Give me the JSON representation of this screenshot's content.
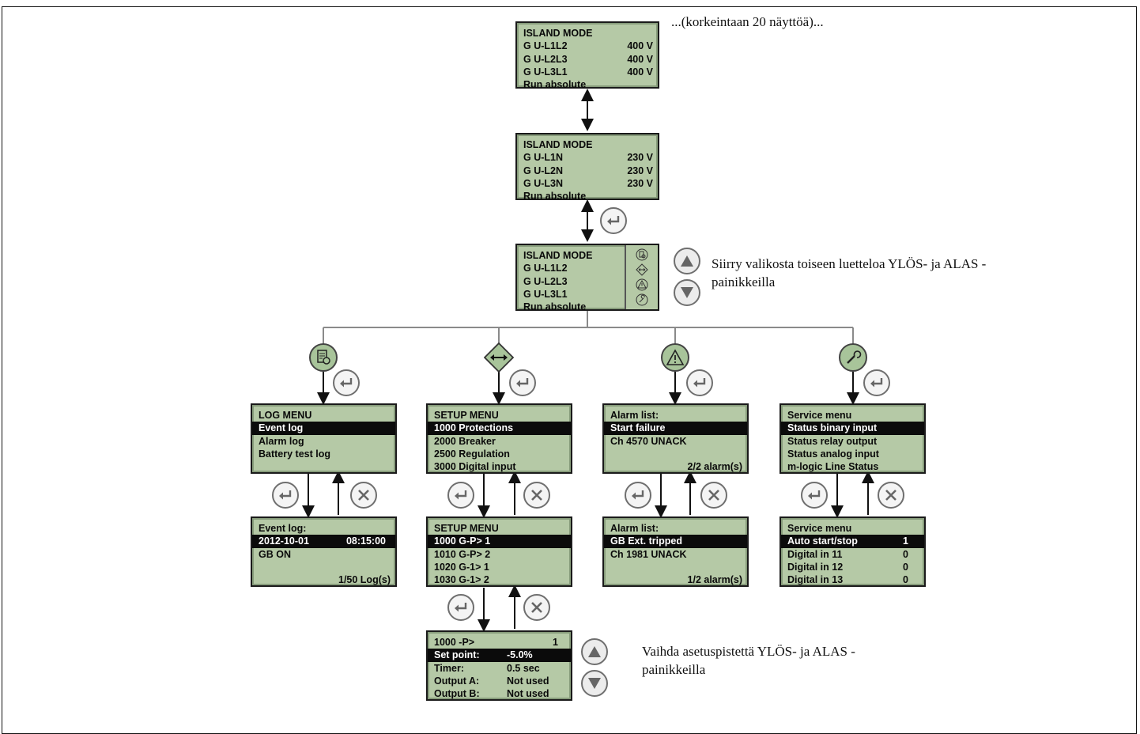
{
  "notes": {
    "top": "...(korkeintaan 20 näyttöä)...",
    "nav": "Siirry valikosta toiseen luetteloa YLÖS- ja ALAS -painikkeilla",
    "set": "Vaihda asetuspistettä YLÖS- ja ALAS - painikkeilla"
  },
  "screen1": {
    "l0": "ISLAND MODE",
    "l1a": "G U-L1L2",
    "l1b": "400 V",
    "l2a": "G U-L2L3",
    "l2b": "400 V",
    "l3a": "G U-L3L1",
    "l3b": "400 V",
    "l4": "Run absolute"
  },
  "screen2": {
    "l0": "ISLAND MODE",
    "l1a": "G U-L1N",
    "l1b": "230 V",
    "l2a": "G U-L2N",
    "l2b": "230 V",
    "l3a": "G U-L3N",
    "l3b": "230 V",
    "l4": "Run absolute"
  },
  "screen3": {
    "l0": "ISLAND MODE",
    "l1": "G U-L1L2",
    "l2": "G U-L2L3",
    "l3": "G U-L3L1",
    "l4": "Run absolute"
  },
  "log_menu": {
    "l0": "LOG MENU",
    "l1": "Event log",
    "l2": "Alarm log",
    "l3": "Battery test log",
    "l4": ""
  },
  "event_log": {
    "l0": "Event log:",
    "l1a": "2012-10-01",
    "l1b": "08:15:00",
    "l2": "GB ON",
    "l3": "",
    "l4": "1/50 Log(s)"
  },
  "setup_menu": {
    "l0": "SETUP MENU",
    "l1": "1000 Protections",
    "l2": "2000 Breaker",
    "l3": "2500 Regulation",
    "l4": "3000 Digital input"
  },
  "setup_menu2": {
    "l0": "SETUP MENU",
    "l1": "1000 G-P> 1",
    "l2": "1010 G-P> 2",
    "l3": "1020 G-1> 1",
    "l4": "1030 G-1> 2"
  },
  "setpoint": {
    "l0a": "1000  -P>",
    "l0b": "1",
    "l1a": "Set point:",
    "l1b": "-5.0%",
    "l2a": "Timer:",
    "l2b": "0.5 sec",
    "l3a": "Output A:",
    "l3b": "Not used",
    "l4a": "Output B:",
    "l4b": "Not used"
  },
  "alarm_list": {
    "l0": "Alarm list:",
    "l1": "Start failure",
    "l2": "Ch 4570 UNACK",
    "l3": "",
    "l4": "2/2 alarm(s)"
  },
  "alarm_list2": {
    "l0": "Alarm list:",
    "l1": "GB Ext. tripped",
    "l2": "Ch 1981 UNACK",
    "l3": "",
    "l4": "1/2 alarm(s)"
  },
  "service_menu": {
    "l0": "Service menu",
    "l1": "Status binary input",
    "l2": "Status relay output",
    "l3": "Status analog input",
    "l4": "m-logic Line Status"
  },
  "service_menu2": {
    "l0": "Service menu",
    "l1a": "Auto start/stop",
    "l1b": "1",
    "l2a": "Digital in 11",
    "l2b": "0",
    "l3a": "Digital in 12",
    "l3b": "0",
    "l4a": "Digital in 13",
    "l4b": "0"
  },
  "icons": {
    "log": "log-icon",
    "setup": "setup-icon",
    "alarm": "alarm-icon",
    "service": "wrench-icon",
    "enter": "enter-icon",
    "cancel": "cancel-icon",
    "up": "up-arrow-icon",
    "down": "down-arrow-icon"
  },
  "colors": {
    "lcd": "#b5c9a6",
    "highlight": "#0b0b0b",
    "connector": "#8a8a8a"
  }
}
